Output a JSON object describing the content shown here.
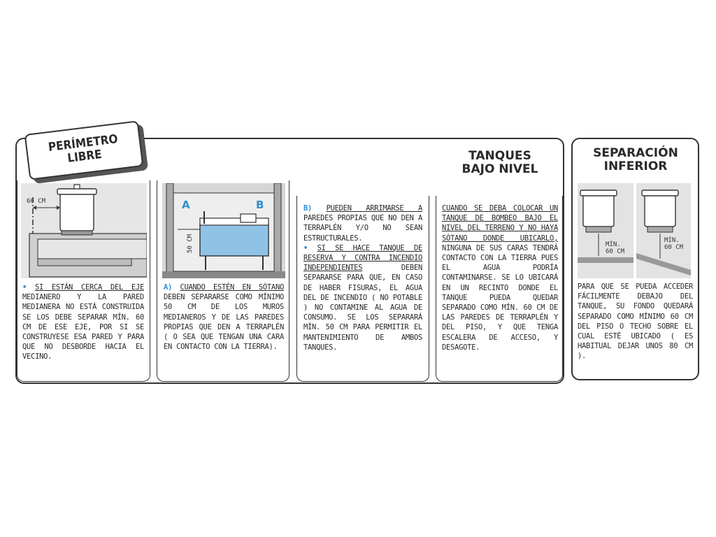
{
  "tab": {
    "line1": "PERÍMETRO",
    "line2": "LIBRE"
  },
  "tanques": {
    "line1": "TANQUES",
    "line2": "BAJO NIVEL"
  },
  "separacion": {
    "line1": "SEPARACIÓN",
    "line2": "INFERIOR"
  },
  "ill1": {
    "label": "60 CM"
  },
  "ill2": {
    "a": "A",
    "b": "B",
    "dim": "50 CM"
  },
  "ill5": {
    "left_line1": "MÍN.",
    "left_line2": "60 CM",
    "right_line1": "MÍN.",
    "right_line2": "60 CM"
  },
  "text1": {
    "bullet": "•",
    "underline": "SI ESTÁN CERCA DEL EJE",
    "rest": "MEDIANERO Y LA PARED MEDIANERA NO ESTÁ CONSTRUIDA SE LOS DEBE SEPARAR MÍN. 60 CM DE ESE EJE, POR SI SE CONSTRUYESE ESA PARED Y PARA QUE NO DESBORDE HACIA EL VECINO."
  },
  "text2": {
    "marker": "A)",
    "underline": "CUANDO ESTÉN EN SÓTANO",
    "rest": "DEBEN SEPARARSE COMO MÍNIMO 50 CM DE LOS MUROS MEDIANEROS Y DE LAS PAREDES PROPIAS QUE DEN A TERRAPLÉN ( O SEA QUE TENGAN UNA CARA EN CONTACTO CON LA TIERRA)."
  },
  "text3": {
    "marker": "B)",
    "underline1": "PUEDEN ARRIMARSE A",
    "rest1": "PAREDES PROPIAS QUE NO DEN A TERRAPLÉN Y/O NO SEAN ESTRUCTURALES.",
    "bullet": "•",
    "underline2": "SI SE HACE TANQUE DE RESERVA Y CONTRA INCENDIO INDEPENDIENTES",
    "rest2": "DEBEN SEPARARSE PARA QUE, EN CASO DE HABER FISURAS, EL AGUA DEL DE INCENDIO ( NO POTABLE ) NO CONTAMINE AL AGUA DE CONSUMO. SE LOS SEPARARÁ MÍN. 50 CM PARA PERMITIR EL MANTENIMIENTO DE AMBOS TANQUES."
  },
  "text4": {
    "underline": "CUANDO SE DEBA COLOCAR UN TANQUE DE BOMBEO BAJO EL NIVEL DEL TERRENO Y NO HAYA SÓTANO DONDE UBICARLO,",
    "rest": "NINGUNA DE SUS CARAS TENDRÁ CONTACTO CON LA TIERRA PUES EL AGUA PODRÍA CONTAMINARSE. SE LO UBICARÁ EN UN RECINTO DONDE EL TANQUE PUEDA QUEDAR SEPARADO COMO MÍN. 60 CM DE LAS PAREDES DE TERRAPLÉN Y DEL PISO, Y QUE TENGA ESCALERA DE ACCESO, Y DESAGOTE."
  },
  "text5": {
    "body": "PARA QUE SE PUEDA ACCEDER FÁCILMENTE DEBAJO DEL TANQUE, SU FONDO QUEDARÁ SEPARADO COMO MÍNIMO 60 CM DEL PISO O TECHO SOBRE EL CUAL ESTÉ UBICADO ( ES HABITUAL DEJAR UNOS 80 CM )."
  },
  "colors": {
    "accent_blue": "#2f8fd0",
    "water": "#8fc3e6",
    "ink": "#2a2a2a"
  }
}
